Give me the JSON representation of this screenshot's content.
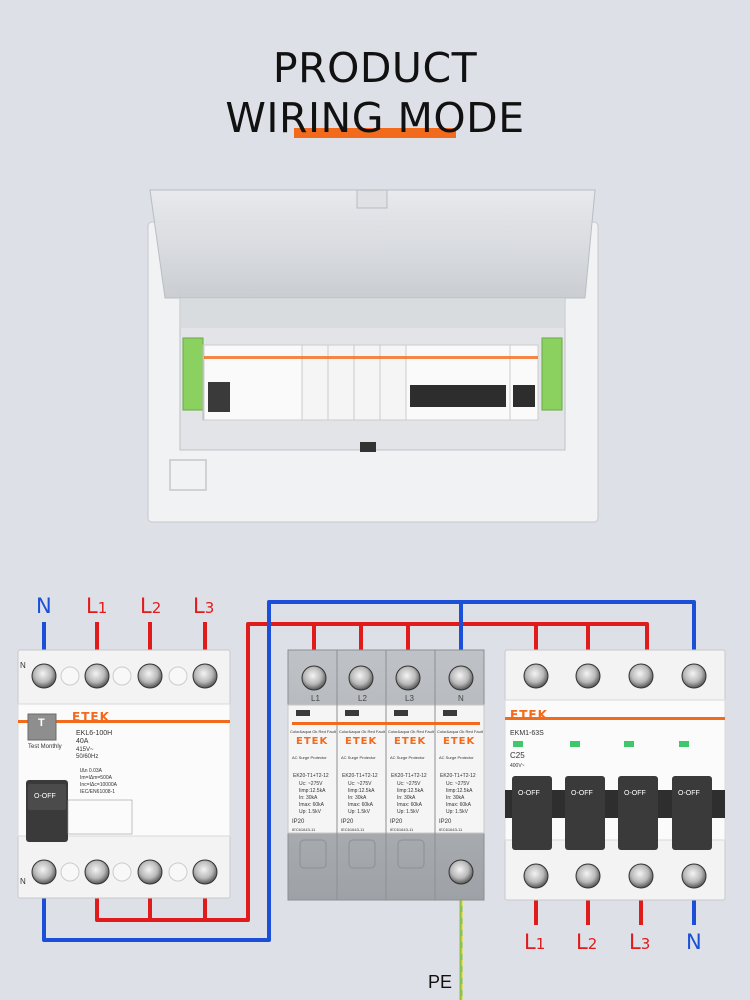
{
  "title": {
    "line1": "PRODUCT",
    "line2": "WIRING MODE"
  },
  "brand_text": "ETEK",
  "rcd": {
    "model": "EKL6-100H",
    "current": "40A",
    "voltage": "415V~",
    "frequency": "50/60Hz",
    "ratings": "IΔn 0.03A\nIm=IΔm=500A\nInc=IΔc=10000A\nIEC/EN61008-1",
    "test_label": "Test Monthly",
    "test_button": "T",
    "switch_label": "O-OFF",
    "n_top": "N",
    "n_bottom": "N"
  },
  "spd": {
    "header": "AC Surge Protector",
    "status": "Color&aqua Ok Red Fault",
    "model": "EK20-T1+T2-12",
    "specs": "Uc: ~275V\nIimp:12.5kA\nIn: 30kA\nImax: 60kA\nUp: 1.5kV",
    "ip": "IP20",
    "standard": "IEC61643-11",
    "poles": [
      "L1",
      "L2",
      "L3",
      "N"
    ]
  },
  "mcb": {
    "model": "EKM1-63S",
    "rating": "C25",
    "voltage": "400V~",
    "switch_label": "O-OFF"
  },
  "wire_labels": {
    "top": [
      {
        "main": "N",
        "sub": ""
      },
      {
        "main": "L",
        "sub": "1"
      },
      {
        "main": "L",
        "sub": "2"
      },
      {
        "main": "L",
        "sub": "3"
      }
    ],
    "bottom": [
      {
        "main": "L",
        "sub": "1"
      },
      {
        "main": "L",
        "sub": "2"
      },
      {
        "main": "L",
        "sub": "3"
      },
      {
        "main": "N",
        "sub": ""
      }
    ],
    "pe": "PE"
  },
  "colors": {
    "phase_wire": "#e01b1b",
    "neutral_wire": "#1b4fd8",
    "earth_wire": "#8bc34a",
    "accent": "#f26a1b"
  }
}
